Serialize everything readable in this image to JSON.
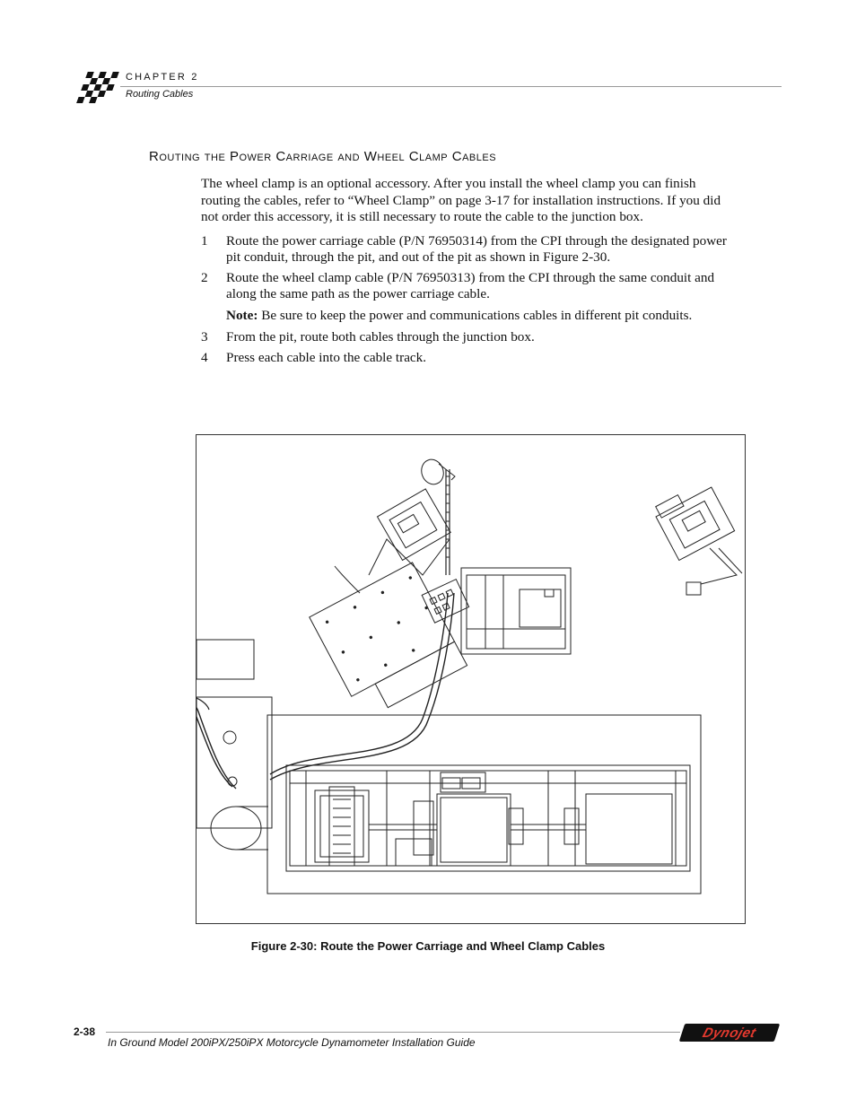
{
  "header": {
    "chapter": "CHAPTER 2",
    "section": "Routing Cables"
  },
  "section_title": "Routing the Power Carriage and Wheel Clamp Cables",
  "intro": "The wheel clamp is an optional accessory. After you install the wheel clamp you can finish routing the cables, refer to “Wheel Clamp” on page 3-17 for installation instructions. If you did not order this accessory, it is still necessary to route the cable to the junction box.",
  "steps": [
    {
      "num": "1",
      "text": "Route the power carriage cable (P/N 76950314) from the CPI through the designated power pit conduit, through the pit, and out of the pit as shown in Figure 2-30."
    },
    {
      "num": "2",
      "text": "Route the wheel clamp cable (P/N 76950313) from the CPI through the same conduit and along the same path as the power carriage cable."
    },
    {
      "num": "3",
      "text": "From the pit, route both cables through the junction box."
    },
    {
      "num": "4",
      "text": "Press each cable into the cable track."
    }
  ],
  "note": {
    "label": "Note:",
    "text": "Be sure to keep the power and communications cables in different pit conduits."
  },
  "figure": {
    "caption": "Figure 2-30: Route the Power Carriage and Wheel Clamp Cables"
  },
  "footer": {
    "page_number": "2-38",
    "guide_title": "In Ground Model 200iPX/250iPX Motorcycle Dynamometer Installation Guide",
    "logo_text": "Dynojet"
  },
  "colors": {
    "rule": "#999999",
    "logo_bg": "#111111",
    "logo_text": "#e53a2f"
  }
}
